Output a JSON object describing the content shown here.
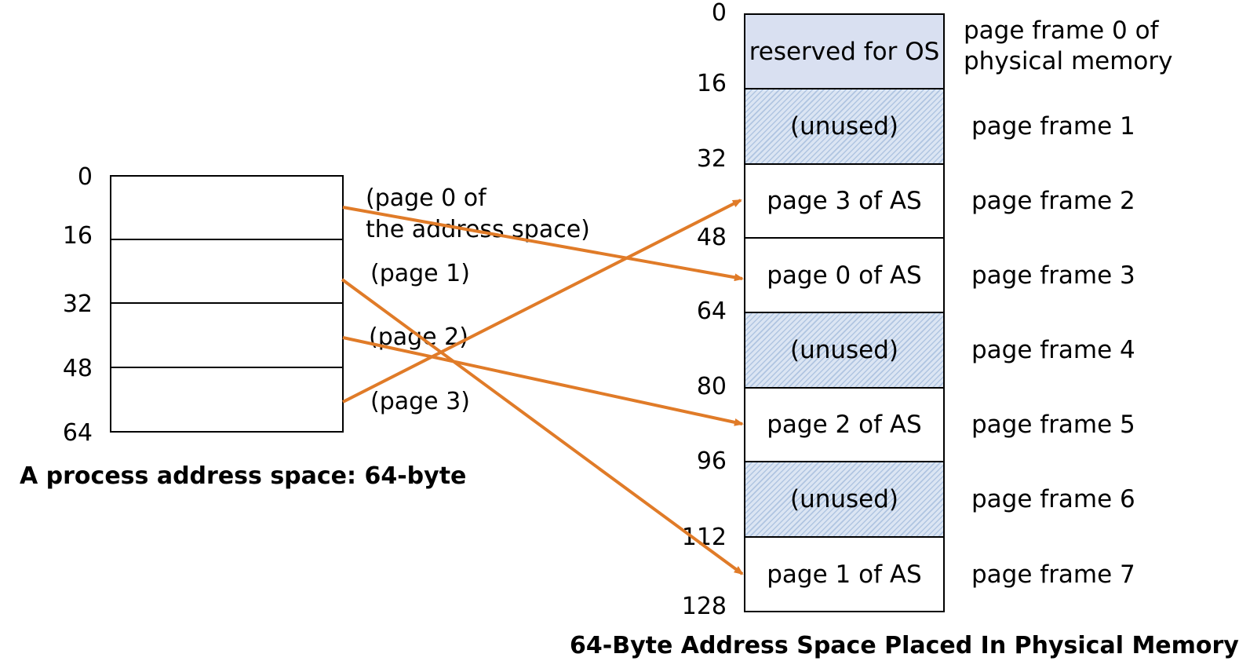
{
  "address_space": {
    "caption": "A process address space: 64-byte",
    "offsets": [
      "0",
      "16",
      "32",
      "48",
      "64"
    ],
    "page_labels": [
      "(page 0 of",
      "the address space)",
      "(page 1)",
      "(page 2)",
      "(page 3)"
    ]
  },
  "physical_memory": {
    "caption": "64-Byte Address Space Placed In Physical Memory",
    "offsets": [
      "0",
      "16",
      "32",
      "48",
      "64",
      "80",
      "96",
      "112",
      "128"
    ],
    "frames": [
      {
        "content": "reserved for OS",
        "kind": "reserved",
        "label_lines": [
          "page frame 0 of",
          "physical memory"
        ]
      },
      {
        "content": "(unused)",
        "kind": "unused",
        "label_lines": [
          "page frame 1"
        ]
      },
      {
        "content": "page 3 of AS",
        "kind": "page",
        "label_lines": [
          "page frame 2"
        ]
      },
      {
        "content": "page 0 of AS",
        "kind": "page",
        "label_lines": [
          "page frame 3"
        ]
      },
      {
        "content": "(unused)",
        "kind": "unused",
        "label_lines": [
          "page frame 4"
        ]
      },
      {
        "content": "page 2 of AS",
        "kind": "page",
        "label_lines": [
          "page frame 5"
        ]
      },
      {
        "content": "(unused)",
        "kind": "unused",
        "label_lines": [
          "page frame 6"
        ]
      },
      {
        "content": "page 1 of AS",
        "kind": "page",
        "label_lines": [
          "page frame 7"
        ]
      }
    ]
  },
  "mappings": [
    {
      "virtual_page": 0,
      "physical_frame": 3
    },
    {
      "virtual_page": 1,
      "physical_frame": 7
    },
    {
      "virtual_page": 2,
      "physical_frame": 5
    },
    {
      "virtual_page": 3,
      "physical_frame": 2
    }
  ],
  "colors": {
    "arrow": "#e07b28",
    "reserved_fill": "#d9e0f1",
    "unused_fill": "#dbe5f3"
  }
}
